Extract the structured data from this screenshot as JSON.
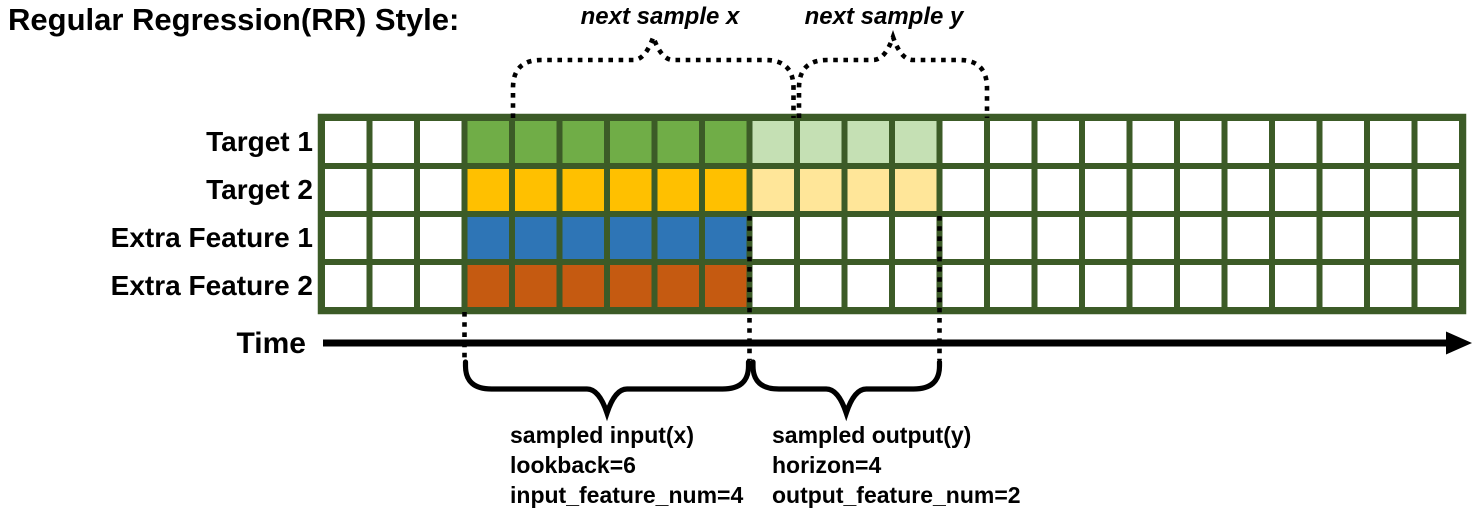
{
  "title": "Regular Regression(RR) Style:",
  "annotations": {
    "next_sample_x": "next sample x",
    "next_sample_y": "next sample y",
    "time_label": "Time",
    "sampled_input_lines": [
      "sampled input(x)",
      "lookback=6",
      "input_feature_num=4"
    ],
    "sampled_output_lines": [
      "sampled output(y)",
      "horizon=4",
      "output_feature_num=2"
    ]
  },
  "colors": {
    "grid_border": "#3C5B27",
    "cell_blank": "#ffffff",
    "annotation_black": "#000000",
    "target1_input": "#70AD47",
    "target1_output": "#C5E0B4",
    "target2_input": "#FFC000",
    "target2_output": "#FFE699",
    "extra_feature1_input": "#2E75B6",
    "extra_feature2_input": "#C55A11"
  },
  "diagram": {
    "type": "time-series-sampling-grid",
    "rows": [
      {
        "label": "Target 1",
        "input_color": "#70AD47",
        "output_color": "#C5E0B4"
      },
      {
        "label": "Target 2",
        "input_color": "#FFC000",
        "output_color": "#FFE699"
      },
      {
        "label": "Extra Feature 1",
        "input_color": "#2E75B6",
        "output_color": null
      },
      {
        "label": "Extra Feature 2",
        "input_color": "#C55A11",
        "output_color": null
      }
    ],
    "total_columns": 24,
    "blank_lead_columns": 3,
    "lookback": 6,
    "horizon": 4,
    "input_feature_num": 4,
    "output_feature_num": 2,
    "next_sample_shift": 1
  }
}
